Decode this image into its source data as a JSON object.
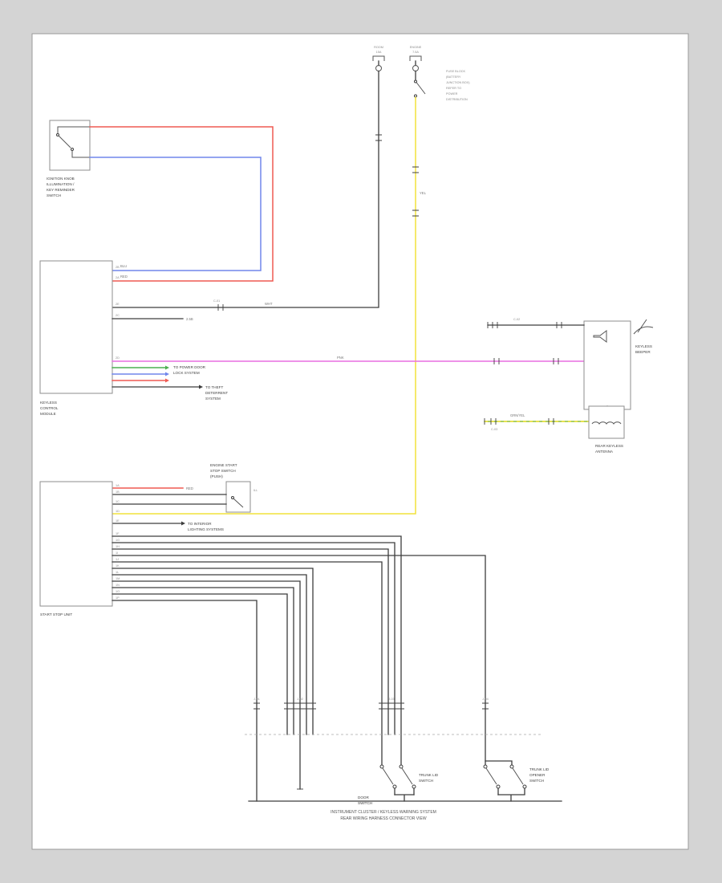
{
  "colors": {
    "wire_red": "#ef5a52",
    "wire_blue": "#7086ec",
    "wire_yellow": "#f2e23c",
    "wire_magenta": "#e96fe0",
    "wire_green": "#4caf50",
    "wire_green_yellow": "#8fbf2f",
    "wire_black": "#3d3d3d",
    "box_stroke": "#8d8d8d"
  },
  "top": {
    "fuse_left": {
      "line1": "ROOM",
      "line2": "15A"
    },
    "fuse_right": {
      "line1": "ENGINE",
      "line2": "7.5A"
    },
    "note_lines": [
      "FUSE BLOCK",
      "(BATTERY",
      "JUNCTION BOX)",
      "REFER TO",
      "POWER",
      "DISTRIBUTION"
    ]
  },
  "key_switch": {
    "lines": [
      "IGNITION KNOB",
      "ILLUMINATION /",
      "KEY REMINDER",
      "SWITCH"
    ]
  },
  "module1": {
    "lines": [
      "KEYLESS",
      "CONTROL",
      "MODULE"
    ],
    "pins": [
      "2B",
      "2A",
      "2E",
      "2C",
      "2D"
    ]
  },
  "module2": {
    "label": "START STOP UNIT",
    "pins": [
      "1A",
      "1B",
      "1C",
      "1D",
      "1E",
      "1F",
      "1G",
      "1H",
      "1I",
      "1J",
      "1K",
      "1L",
      "1M",
      "1N",
      "1O",
      "1P"
    ]
  },
  "engine_switch": {
    "lines": [
      "ENGINE START",
      "STOP SWITCH",
      "(PUSH)"
    ],
    "side": "ILL"
  },
  "beeper": {
    "lines": [
      "KEYLESS",
      "BEEPER"
    ]
  },
  "rear_antenna": {
    "lines": [
      "REAR KEYLESS",
      "ANTENNA"
    ]
  },
  "annotations": {
    "to_door_lock": [
      "TO POWER DOOR",
      "LOCK SYSTEM"
    ],
    "to_theft": [
      "TO THEFT",
      "DETERRENT",
      "SYSTEM"
    ],
    "to_interior": [
      "TO INTERIOR",
      "LIGHTING SYSTEMS"
    ]
  },
  "wire_labels": {
    "red": "RED",
    "blue": "BLU",
    "yellow": "YEL",
    "pink": "PNK",
    "white": "WHT",
    "green_yellow": "GRN/YEL",
    "gauge": "2.5B"
  },
  "connector_codes": {
    "c01": "C-01",
    "c02": "C-02",
    "c03": "C-03",
    "j01": "J-01",
    "j02": "J-02",
    "j03": "J-03",
    "j04": "J-04"
  },
  "bottom": {
    "left_switch_a": [
      "DOOR",
      "SWITCH"
    ],
    "left_switch_b": [
      "TRUNK LID",
      "SWITCH"
    ],
    "right_switch": [
      "TRUNK LID",
      "OPENER",
      "SWITCH"
    ],
    "caption": [
      "INSTRUMENT CLUSTER / KEYLESS WARNING SYSTEM",
      "REAR WIRING HARNESS CONNECTOR VIEW"
    ]
  }
}
